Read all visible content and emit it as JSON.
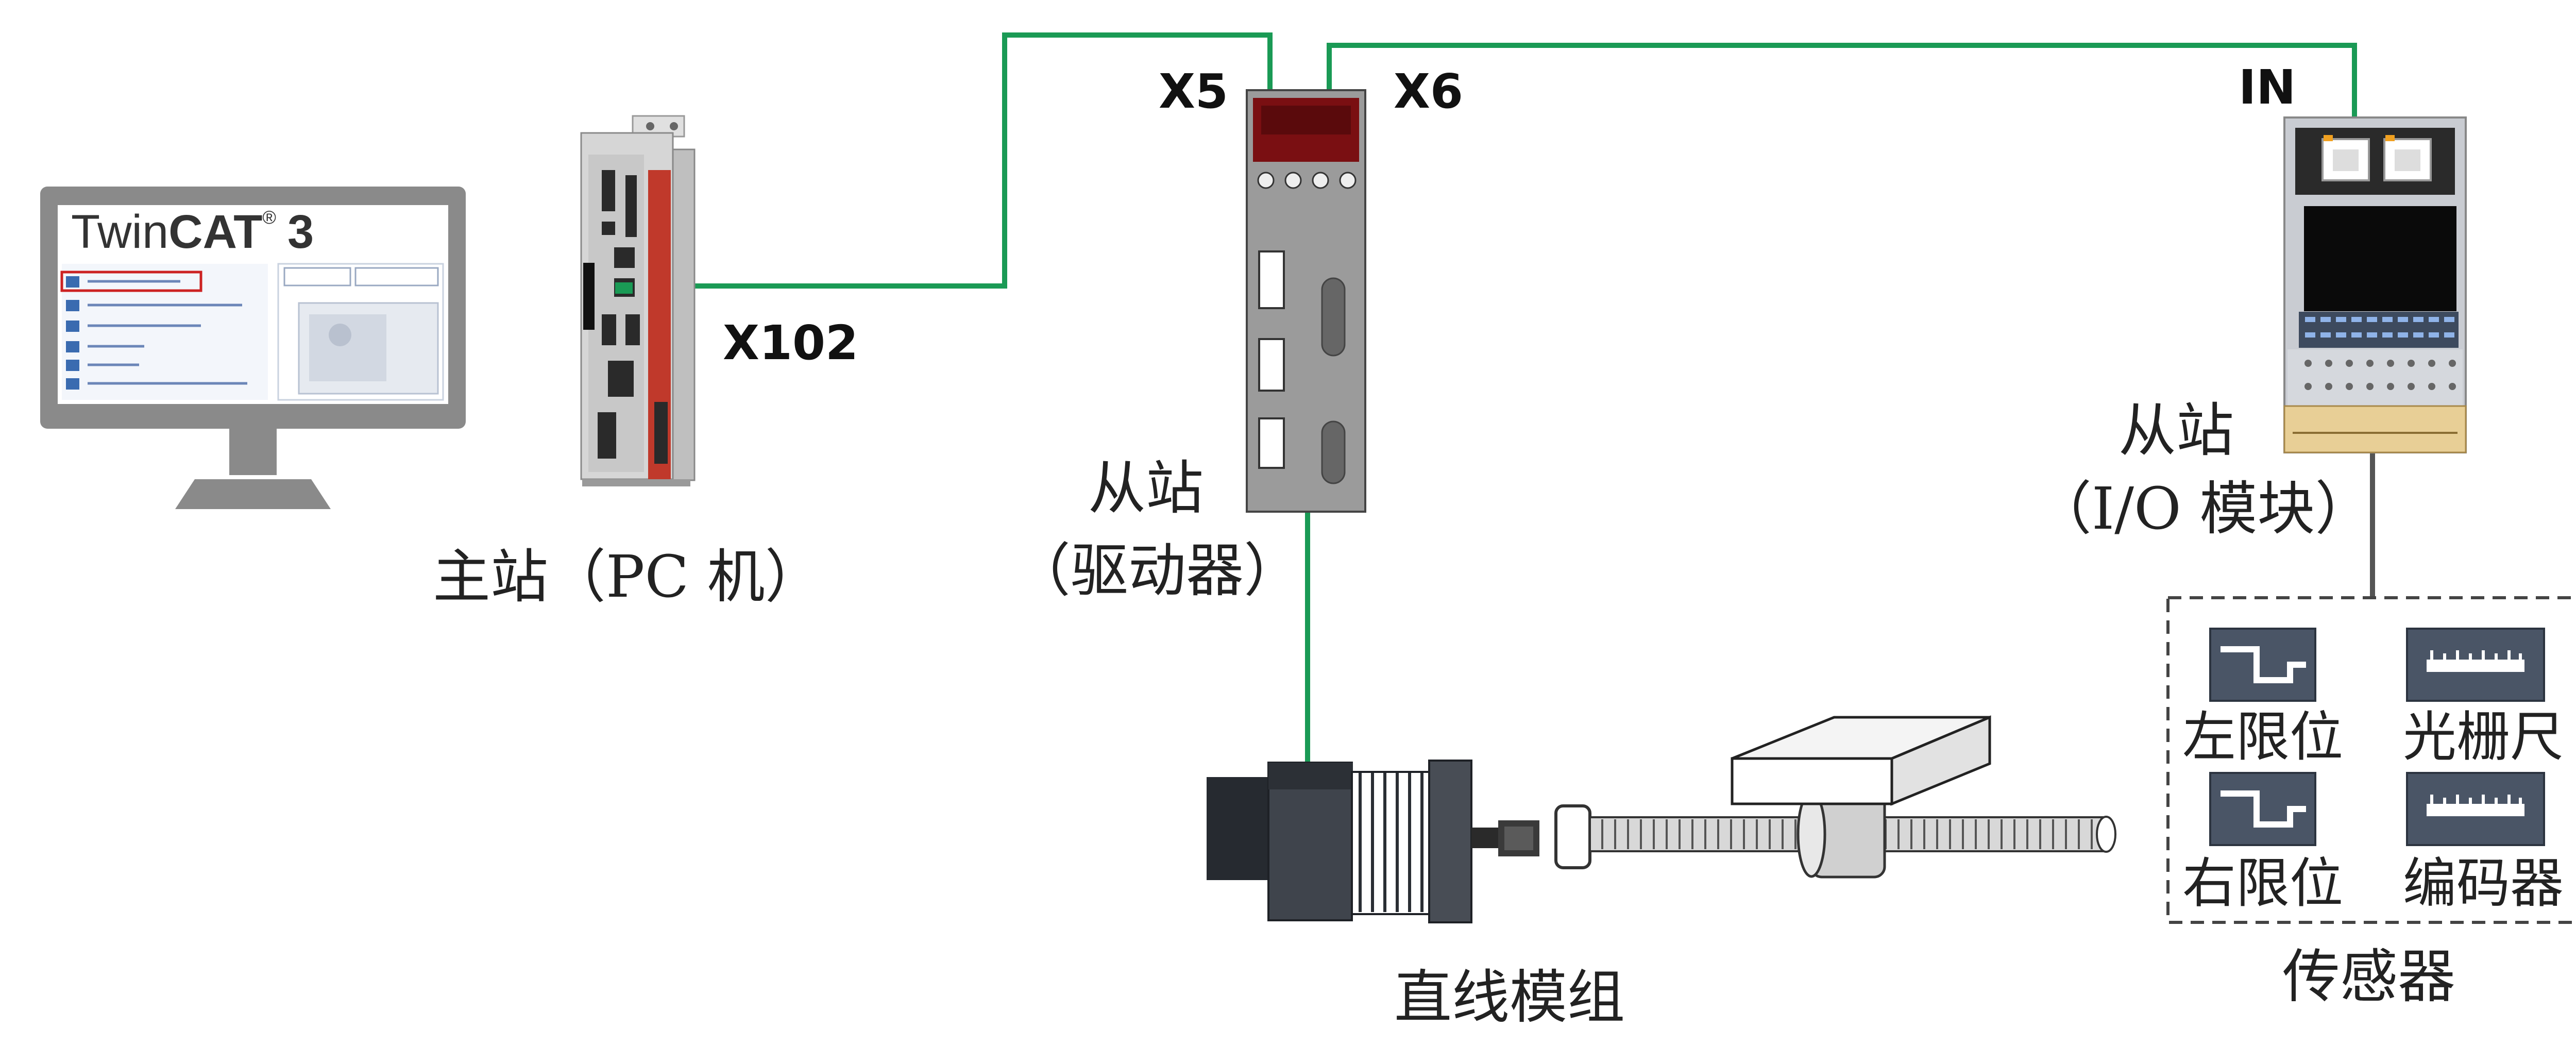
{
  "app": {
    "brand_twin": "Twin",
    "brand_cat": "CAT",
    "brand_reg": "®",
    "brand_version": "3"
  },
  "ports": {
    "x102": "X102",
    "x5": "X5",
    "x6": "X6",
    "in": "IN"
  },
  "nodes": {
    "master": "主站（PC 机）",
    "slave_drive_line1": "从站",
    "slave_drive_line2": "（驱动器）",
    "slave_io_line1": "从站",
    "slave_io_line2": "（I/O 模块）",
    "linear_module": "直线模组"
  },
  "sensors": {
    "title": "传感器",
    "items": [
      "左限位",
      "光栅尺",
      "右限位",
      "编码器"
    ]
  },
  "colors": {
    "ethercat_cable": "#1a9a55",
    "io_cable": "#555555",
    "monitor_frame": "#8a8a8a",
    "drive_display": "#7a0f12",
    "drive_body": "#9b9b9b",
    "sensor_icon": "#4a5566"
  }
}
